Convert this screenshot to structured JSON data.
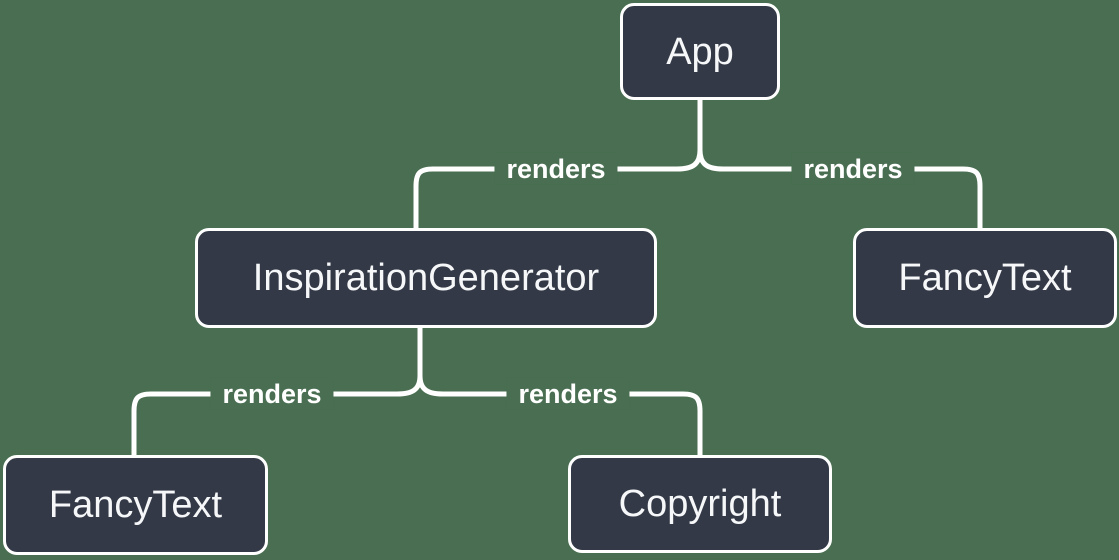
{
  "diagram": {
    "type": "tree",
    "colors": {
      "background": "#496E51",
      "node_fill": "#333946",
      "node_border": "#FFFFFF",
      "node_text": "#F6F7F9",
      "connector": "#FFFFFF"
    },
    "nodes": [
      {
        "id": "app",
        "label": "App"
      },
      {
        "id": "inspiration-generator",
        "label": "InspirationGenerator"
      },
      {
        "id": "fancy-text-top",
        "label": "FancyText"
      },
      {
        "id": "fancy-text-bottom",
        "label": "FancyText"
      },
      {
        "id": "copyright",
        "label": "Copyright"
      }
    ],
    "edges": [
      {
        "from": "App",
        "to": "InspirationGenerator",
        "label": "renders"
      },
      {
        "from": "App",
        "to": "FancyText",
        "label": "renders"
      },
      {
        "from": "InspirationGenerator",
        "to": "FancyText",
        "label": "renders"
      },
      {
        "from": "InspirationGenerator",
        "to": "Copyright",
        "label": "renders"
      }
    ]
  }
}
